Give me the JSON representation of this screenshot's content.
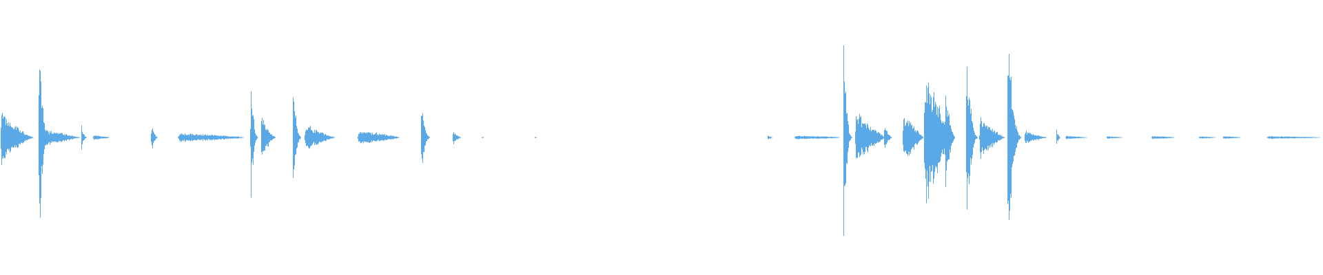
{
  "waveform": {
    "color": "#5aa9e6",
    "background": "#ffffff",
    "baseline_fraction": 0.5,
    "duration_fraction_end": 1.0,
    "bursts": [
      {
        "t": 0.0,
        "w": 0.026,
        "a": 0.2,
        "decay": 1.4
      },
      {
        "t": 0.029,
        "w": 0.01,
        "a": 0.95,
        "decay": 3.5
      },
      {
        "t": 0.033,
        "w": 0.028,
        "a": 0.06,
        "decay": 1.0
      },
      {
        "t": 0.061,
        "w": 0.006,
        "a": 0.1,
        "decay": 3.0
      },
      {
        "t": 0.07,
        "w": 0.014,
        "a": 0.02,
        "decay": 1.0
      },
      {
        "t": 0.114,
        "w": 0.006,
        "a": 0.12,
        "decay": 2.5
      },
      {
        "t": 0.134,
        "w": 0.05,
        "a": 0.03,
        "decay": 0.6
      },
      {
        "t": 0.189,
        "w": 0.007,
        "a": 0.55,
        "decay": 3.0
      },
      {
        "t": 0.197,
        "w": 0.012,
        "a": 0.16,
        "decay": 1.6
      },
      {
        "t": 0.221,
        "w": 0.008,
        "a": 0.42,
        "decay": 3.0
      },
      {
        "t": 0.23,
        "w": 0.024,
        "a": 0.1,
        "decay": 1.3
      },
      {
        "t": 0.27,
        "w": 0.032,
        "a": 0.05,
        "decay": 0.7
      },
      {
        "t": 0.318,
        "w": 0.008,
        "a": 0.28,
        "decay": 2.6
      },
      {
        "t": 0.342,
        "w": 0.007,
        "a": 0.05,
        "decay": 1.5
      },
      {
        "t": 0.364,
        "w": 0.002,
        "a": 0.006,
        "decay": 1.0
      },
      {
        "t": 0.404,
        "w": 0.002,
        "a": 0.006,
        "decay": 1.0
      },
      {
        "t": 0.58,
        "w": 0.004,
        "a": 0.015,
        "decay": 1.0
      },
      {
        "t": 0.6,
        "w": 0.036,
        "a": 0.015,
        "decay": 0.6
      },
      {
        "t": 0.637,
        "w": 0.008,
        "a": 0.88,
        "decay": 3.0
      },
      {
        "t": 0.646,
        "w": 0.024,
        "a": 0.2,
        "decay": 1.2
      },
      {
        "t": 0.668,
        "w": 0.007,
        "a": 0.11,
        "decay": 2.0
      },
      {
        "t": 0.682,
        "w": 0.016,
        "a": 0.18,
        "decay": 1.0
      },
      {
        "t": 0.698,
        "w": 0.022,
        "a": 0.48,
        "decay": 1.0
      },
      {
        "t": 0.714,
        "w": 0.008,
        "a": 0.4,
        "decay": 1.5
      },
      {
        "t": 0.73,
        "w": 0.01,
        "a": 0.7,
        "decay": 2.6
      },
      {
        "t": 0.74,
        "w": 0.02,
        "a": 0.17,
        "decay": 1.3
      },
      {
        "t": 0.761,
        "w": 0.012,
        "a": 0.92,
        "decay": 2.6
      },
      {
        "t": 0.774,
        "w": 0.018,
        "a": 0.05,
        "decay": 1.2
      },
      {
        "t": 0.798,
        "w": 0.004,
        "a": 0.07,
        "decay": 2.0
      },
      {
        "t": 0.805,
        "w": 0.018,
        "a": 0.012,
        "decay": 0.8
      },
      {
        "t": 0.836,
        "w": 0.014,
        "a": 0.01,
        "decay": 0.8
      },
      {
        "t": 0.87,
        "w": 0.02,
        "a": 0.012,
        "decay": 0.8
      },
      {
        "t": 0.906,
        "w": 0.014,
        "a": 0.01,
        "decay": 0.8
      },
      {
        "t": 0.924,
        "w": 0.016,
        "a": 0.01,
        "decay": 0.8
      },
      {
        "t": 0.957,
        "w": 0.043,
        "a": 0.01,
        "decay": 0.6
      }
    ]
  }
}
